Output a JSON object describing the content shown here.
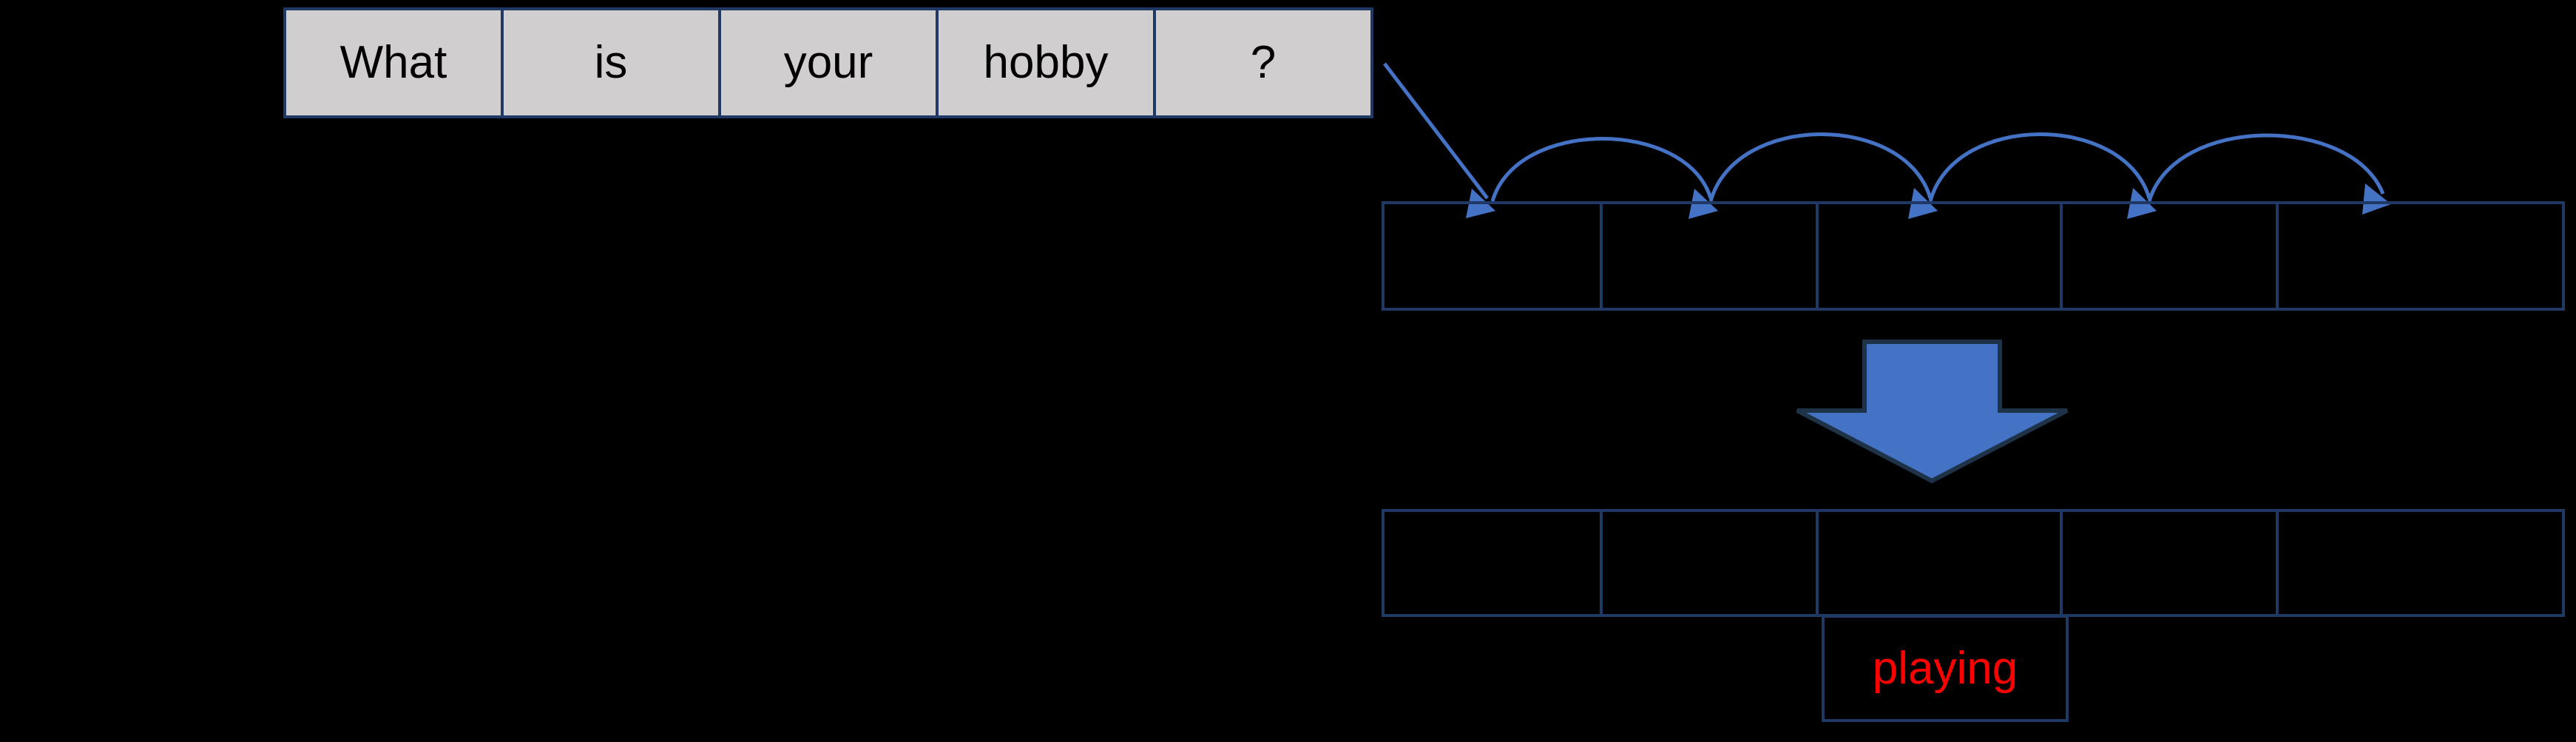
{
  "diagram": {
    "title": "Sequence-to-sequence encoder decoder with attention",
    "background_color": "#000000",
    "accent_color": "#4472C4",
    "border_color": "#203864",
    "cell_fill_color": "#D0CECE",
    "highlight_text_color": "#FF0000"
  },
  "source_row": {
    "name": "input-question-tokens",
    "cells": [
      {
        "label": "What"
      },
      {
        "label": "is"
      },
      {
        "label": "your"
      },
      {
        "label": "hobby"
      },
      {
        "label": "?"
      }
    ]
  },
  "encoder_row": {
    "name": "encoder-states",
    "cells": [
      {
        "label": ""
      },
      {
        "label": ""
      },
      {
        "label": ""
      },
      {
        "label": ""
      },
      {
        "label": ""
      }
    ]
  },
  "decoder_row": {
    "name": "decoder-states",
    "cells": [
      {
        "label": ""
      },
      {
        "label": ""
      },
      {
        "label": ""
      },
      {
        "label": ""
      },
      {
        "label": ""
      }
    ]
  },
  "output_cell": {
    "name": "predicted-word",
    "label": "playing",
    "column_index": 3
  },
  "connectors": {
    "feed_arrow": {
      "name": "question-to-encoder-arrow",
      "style": "straight"
    },
    "recurrent_arcs": {
      "name": "encoder-recurrent-arcs",
      "count": 4,
      "style": "arc"
    },
    "transform_arrow": {
      "name": "encoder-to-decoder-arrow",
      "style": "block-down-arrow",
      "color": "#4472C4"
    }
  }
}
